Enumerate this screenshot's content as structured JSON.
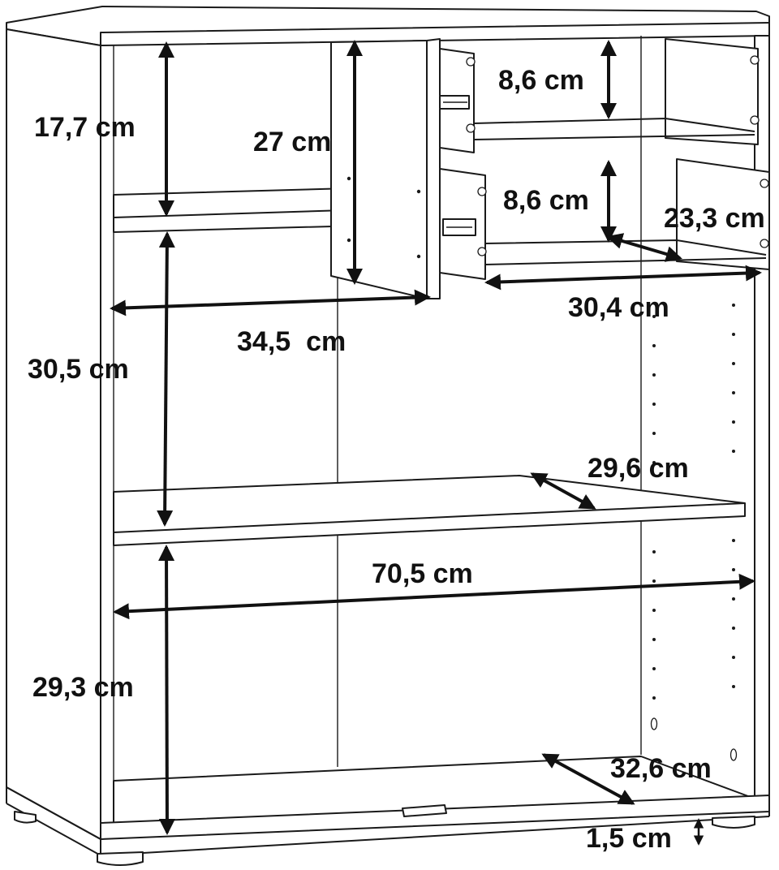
{
  "dimensions": {
    "top_compartment_height": "17,7 cm",
    "middle_compartment_height": "30,5 cm",
    "bottom_compartment_height": "29,3 cm",
    "divider_height": "27 cm",
    "drawer1_height": "8,6 cm",
    "drawer2_height": "8,6 cm",
    "drawer_depth": "23,3 cm",
    "drawer_width": "30,4 cm",
    "upper_shelf_width": "34,5  cm",
    "shelf_depth": "29,6 cm",
    "inner_width": "70,5 cm",
    "bottom_depth": "32,6 cm",
    "foot_height": "1,5 cm"
  },
  "colors": {
    "line": "#1a1a1a",
    "arrow": "#111111",
    "background": "#ffffff"
  }
}
